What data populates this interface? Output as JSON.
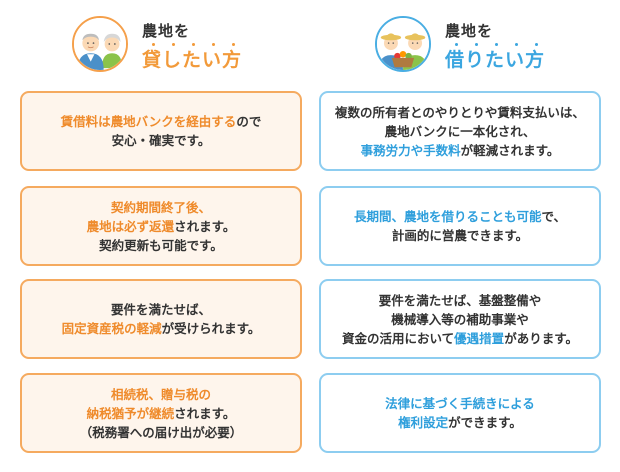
{
  "left": {
    "title_line1": "農地を",
    "title_line2": "貸したい方",
    "avatar_icon": "elderly-couple-icon",
    "cards": [
      {
        "lines": [
          [
            {
              "t": "賃借料は農地バンクを経由する",
              "hl": true
            },
            {
              "t": "ので"
            }
          ],
          [
            {
              "t": "安心・確実です。"
            }
          ]
        ]
      },
      {
        "lines": [
          [
            {
              "t": "契約期間終了後、",
              "hl": true
            }
          ],
          [
            {
              "t": "農地は必ず返還",
              "hl": true
            },
            {
              "t": "されます。"
            }
          ],
          [
            {
              "t": "契約更新も可能です。"
            }
          ]
        ]
      },
      {
        "lines": [
          [
            {
              "t": "要件を満たせば、"
            }
          ],
          [
            {
              "t": "固定資産税の軽減",
              "hl": true
            },
            {
              "t": "が受けられます。"
            }
          ]
        ]
      },
      {
        "lines": [
          [
            {
              "t": "相続税、贈与税の",
              "hl": true
            }
          ],
          [
            {
              "t": "納税猶予が継続",
              "hl": true
            },
            {
              "t": "されます。"
            }
          ],
          [
            {
              "t": "（税務署への届け出が必要）"
            }
          ]
        ]
      }
    ]
  },
  "right": {
    "title_line1": "農地を",
    "title_line2": "借りたい方",
    "avatar_icon": "farmer-couple-with-vegetables-icon",
    "cards": [
      {
        "lines": [
          [
            {
              "t": "複数の所有者とのやりとりや賃料支払いは、"
            }
          ],
          [
            {
              "t": "農地バンクに一本化され、"
            }
          ],
          [
            {
              "t": "事務労力や手数料",
              "hl": true
            },
            {
              "t": "が軽減されます。"
            }
          ]
        ]
      },
      {
        "lines": [
          [
            {
              "t": "長期間、農地を借りることも可能",
              "hl": true
            },
            {
              "t": "で、"
            }
          ],
          [
            {
              "t": "計画的に営農できます。"
            }
          ]
        ]
      },
      {
        "lines": [
          [
            {
              "t": "要件を満たせば、基盤整備や"
            }
          ],
          [
            {
              "t": "機械導入等の補助事業や"
            }
          ],
          [
            {
              "t": "資金の活用において"
            },
            {
              "t": "優遇措置",
              "hl": true
            },
            {
              "t": "があります。"
            }
          ]
        ]
      },
      {
        "lines": [
          [
            {
              "t": "法律に基づく手続きによる",
              "hl": true
            }
          ],
          [
            {
              "t": "権利設定",
              "hl": true
            },
            {
              "t": "ができます。"
            }
          ]
        ]
      }
    ]
  },
  "colors": {
    "orange_accent": "#f29a3a",
    "orange_border": "#f5aa5f",
    "orange_bg": "#fef5ec",
    "blue_accent": "#3ba6e0",
    "blue_border": "#8dcdf0"
  }
}
